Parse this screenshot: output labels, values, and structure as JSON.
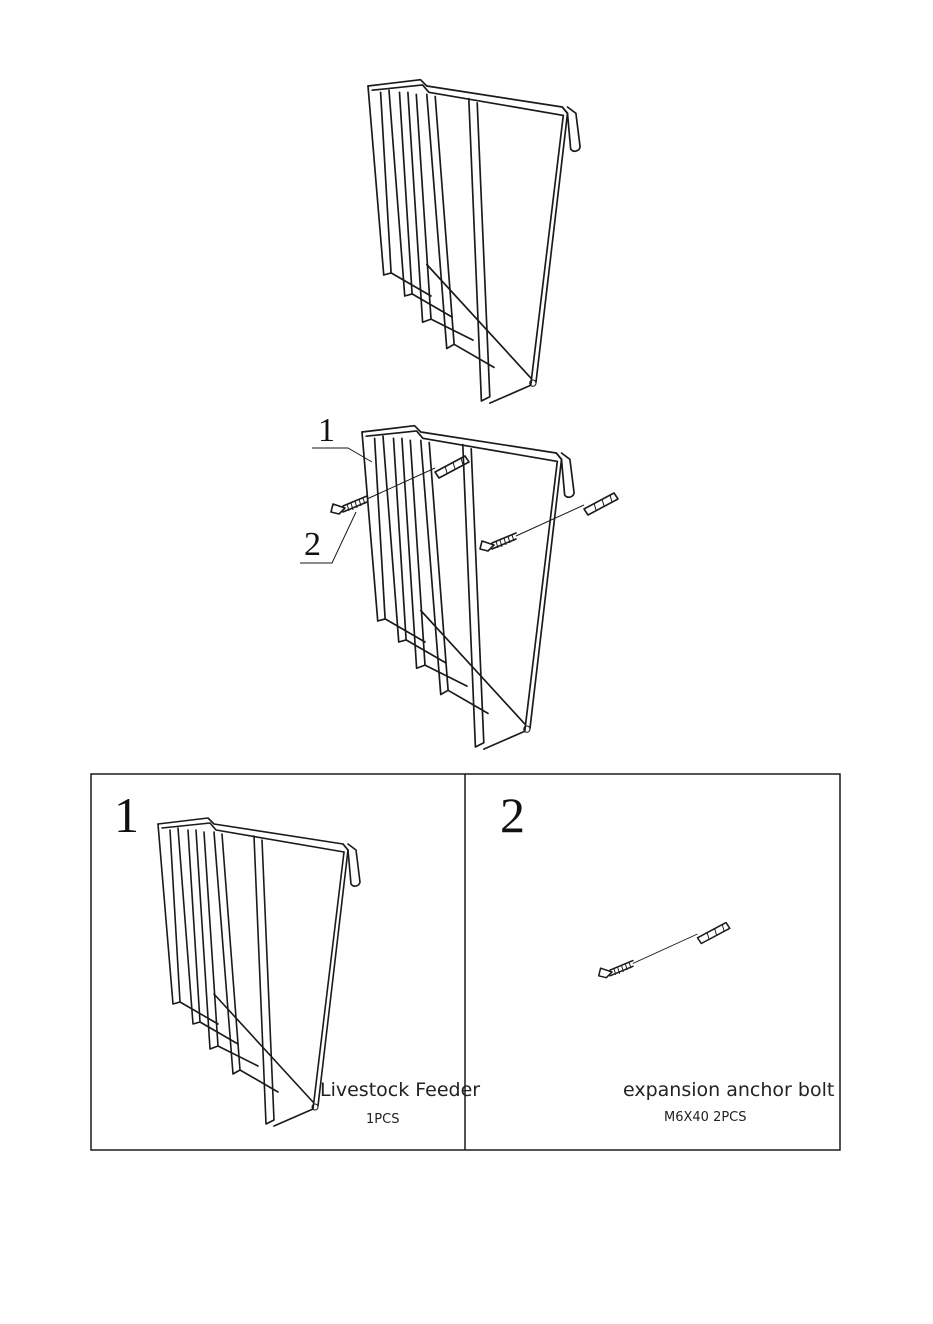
{
  "callouts": {
    "one": "1",
    "two": "2"
  },
  "parts": [
    {
      "number": "1",
      "name": "Livestock Feeder",
      "qty": "1PCS",
      "icon": "wire-feeder-icon"
    },
    {
      "number": "2",
      "name": "expansion anchor bolt",
      "qty": "M6X40 2PCS",
      "icon": "anchor-bolt-icon"
    }
  ],
  "colors": {
    "line": "#1a1a1a",
    "background": "#ffffff"
  }
}
